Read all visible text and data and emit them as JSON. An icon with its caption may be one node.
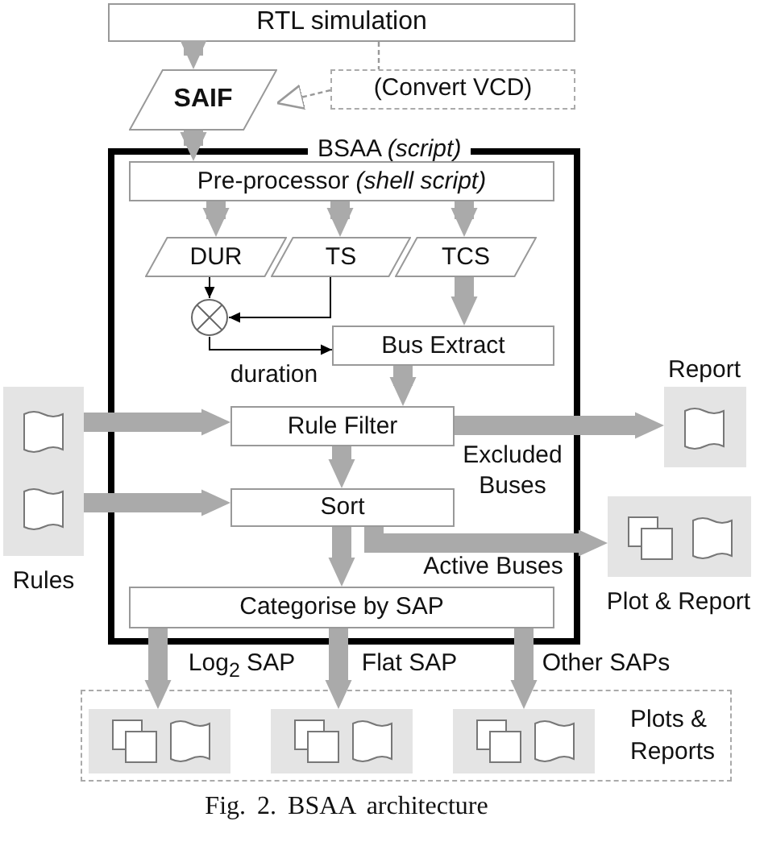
{
  "diagram": {
    "caption": "Fig. 2. BSAA architecture",
    "nodes": [
      {
        "text": [
          "RTL simulation"
        ]
      },
      {
        "text": [
          "SAIF"
        ]
      },
      {
        "text": [
          "(Convert VCD)"
        ]
      },
      {
        "text": [
          "BSAA *(script)*"
        ]
      },
      {
        "text": [
          "Pre-processor *(shell script)*"
        ],
        "in": 3
      },
      {
        "text": [
          "DUR"
        ],
        "in": 3
      },
      {
        "text": [
          "TS"
        ],
        "in": 3
      },
      {
        "text": [
          "TCS"
        ],
        "in": 3
      },
      {
        "text": [],
        "shape": "circle",
        "in": 3
      },
      {
        "text": [
          "Bus Extract"
        ],
        "in": 3
      },
      {
        "text": [
          "Rule Filter"
        ],
        "in": 3
      },
      {
        "text": [
          "Sort"
        ],
        "in": 3
      },
      {
        "text": [
          "Categorise by SAP"
        ],
        "in": 3
      },
      {
        "text": [],
        "shape": "box",
        "beside": [
          "Rules"
        ]
      },
      {
        "text": [],
        "shape": "box",
        "beside": [
          "Report"
        ]
      },
      {
        "text": [],
        "shape": "box",
        "beside": [
          "Plot & Report"
        ]
      },
      {
        "text": [
          "Plots & Reports"
        ]
      },
      {
        "text": [],
        "shape": "box",
        "in": 16
      },
      {
        "text": [],
        "shape": "box",
        "in": 16
      },
      {
        "text": [],
        "shape": "box",
        "in": 16
      }
    ],
    "edges": [
      {
        "from": 0,
        "to": 1,
        "arrow": "to"
      },
      {
        "from": 0,
        "to": 2,
        "arrow": "none",
        "style": "dashed",
        "color": "#999999"
      },
      {
        "from": 2,
        "to": 1,
        "arrow": "to",
        "style": "dashed",
        "color": "#999999"
      },
      {
        "from": 1,
        "to": 4,
        "arrow": "to"
      },
      {
        "from": 4,
        "to": 5,
        "arrow": "to"
      },
      {
        "from": 4,
        "to": 6,
        "arrow": "to"
      },
      {
        "from": 4,
        "to": 7,
        "arrow": "to"
      },
      {
        "from": 5,
        "to": 8,
        "arrow": "to",
        "color": "#000000"
      },
      {
        "from": 6,
        "to": 8,
        "arrow": "to",
        "color": "#000000"
      },
      {
        "from": 8,
        "to": 9,
        "arrow": "to",
        "label": "duration",
        "color": "#000000"
      },
      {
        "from": 7,
        "to": 9,
        "arrow": "to"
      },
      {
        "from": 9,
        "to": 10,
        "arrow": "to"
      },
      {
        "from": 13,
        "to": 10,
        "arrow": "to"
      },
      {
        "from": 13,
        "to": 11,
        "arrow": "to"
      },
      {
        "from": 10,
        "to": 14,
        "arrow": "to",
        "label": "Excluded Buses"
      },
      {
        "from": 10,
        "to": 11,
        "arrow": "to"
      },
      {
        "from": 11,
        "to": 15,
        "arrow": "to",
        "label": "Active Buses"
      },
      {
        "from": 11,
        "to": 12,
        "arrow": "to"
      },
      {
        "from": 12,
        "to": 17,
        "arrow": "to",
        "label": "Log$_{2}$ SAP"
      },
      {
        "from": 12,
        "to": 18,
        "arrow": "to",
        "label": "Flat SAP"
      },
      {
        "from": 12,
        "to": 19,
        "arrow": "to",
        "label": "Other SAPs"
      }
    ]
  }
}
